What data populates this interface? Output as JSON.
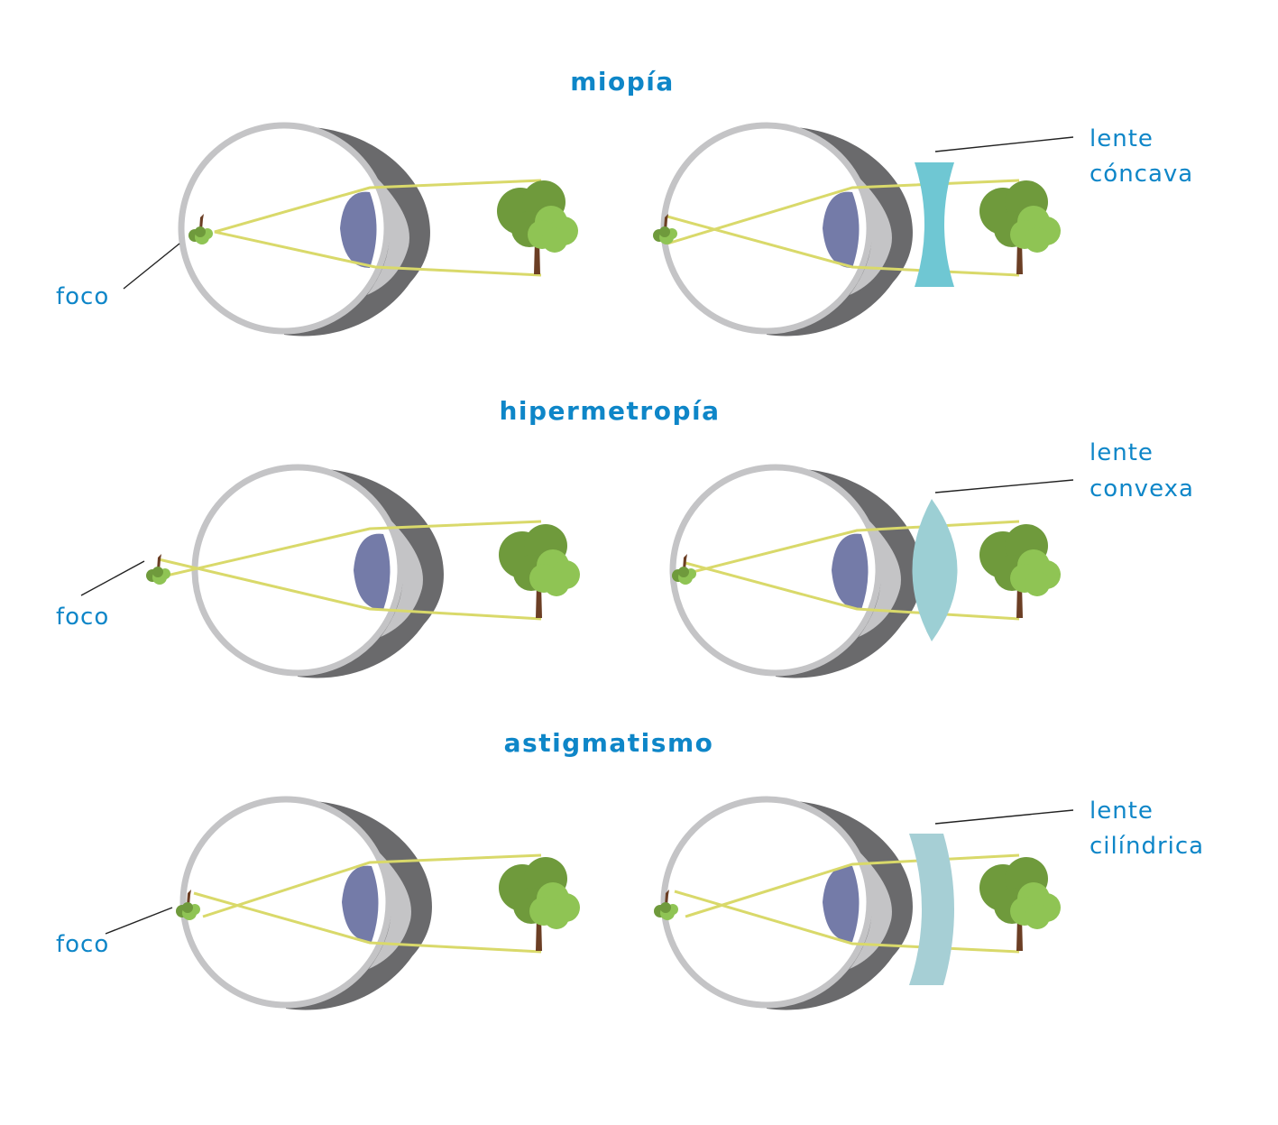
{
  "colors": {
    "title": "#0e86c8",
    "label": "#0e86c8",
    "eye_outline": "#c4c4c6",
    "eye_shadow": "#6a6a6c",
    "iris": "#747ba8",
    "ray": "#d9d96a",
    "lens_concave": "#6fc7d3",
    "lens_convex": "#9ccfd4",
    "lens_cylindrical": "#a6cfd5",
    "tree_dark": "#6f9a3c",
    "tree_light": "#8fc454",
    "trunk": "#6b3e24",
    "leader": "#222222"
  },
  "sections": [
    {
      "title": "miopía",
      "focus_label": "foco",
      "lens_label_1": "lente",
      "lens_label_2": "cóncava"
    },
    {
      "title": "hipermetropía",
      "focus_label": "foco",
      "lens_label_1": "lente",
      "lens_label_2": "convexa"
    },
    {
      "title": "astigmatismo",
      "focus_label": "foco",
      "lens_label_1": "lente",
      "lens_label_2": "cilíndrica"
    }
  ]
}
